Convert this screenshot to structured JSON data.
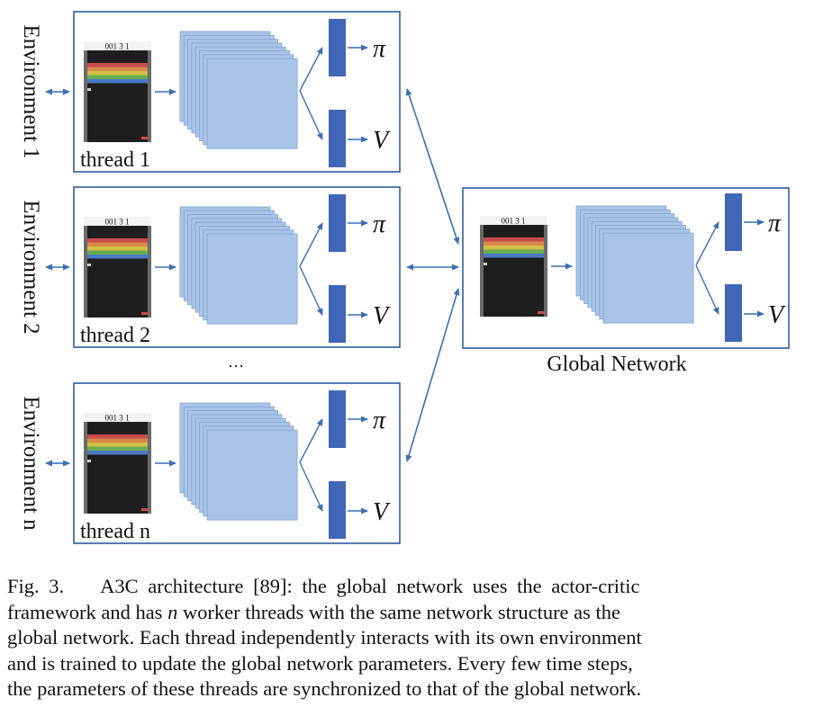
{
  "colors": {
    "frame": "#2e5c9e",
    "arrow": "#3a6fb5",
    "layer_fill": "#a9c4e6",
    "layer_stroke": "#7fa3d2",
    "output_block": "#4166b6",
    "screen_bg": "#1e1e1e",
    "stripe_colors": [
      "#c94c4c",
      "#d8884b",
      "#d2c048",
      "#67ad55",
      "#4b78c4"
    ]
  },
  "environments": [
    {
      "label": "Environment 1",
      "thread": "thread 1"
    },
    {
      "label": "Environment 2",
      "thread": "thread 2"
    },
    {
      "label": "Environment n",
      "thread": "thread n"
    }
  ],
  "ellipsis": "···",
  "outputs": {
    "policy": "π",
    "value": "V"
  },
  "game_score": "001 3 1",
  "global": {
    "label": "Global Network"
  },
  "icons": [
    "game-frame-icon",
    "conv-layer-stack-icon",
    "policy-output-block",
    "value-output-block",
    "bidirectional-arrow-icon"
  ],
  "caption": {
    "label": "Fig. 3.",
    "lines": [
      "A3C architecture [89]: the global network uses the actor-critic",
      {
        "before": "framework and has ",
        "italic": "n",
        "after": " worker threads with the same network structure as the"
      },
      "global network. Each thread independently interacts with its own environment",
      "and is trained to update the global network parameters. Every few time steps,",
      "the parameters of these threads are synchronized to that of the global network."
    ]
  }
}
